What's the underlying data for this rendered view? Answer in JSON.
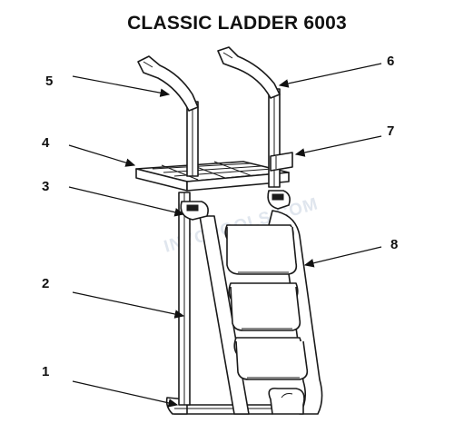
{
  "title": "CLASSIC LADDER 6003",
  "watermark": "INYOPOOLS.COM",
  "callouts": [
    {
      "id": "1",
      "label": "1"
    },
    {
      "id": "2",
      "label": "2"
    },
    {
      "id": "3",
      "label": "3"
    },
    {
      "id": "4",
      "label": "4"
    },
    {
      "id": "5",
      "label": "5"
    },
    {
      "id": "6",
      "label": "6"
    },
    {
      "id": "7",
      "label": "7"
    },
    {
      "id": "8",
      "label": "8"
    }
  ],
  "colors": {
    "line": "#1a1a1a",
    "background": "#ffffff",
    "watermark": "#e0e6ee"
  }
}
